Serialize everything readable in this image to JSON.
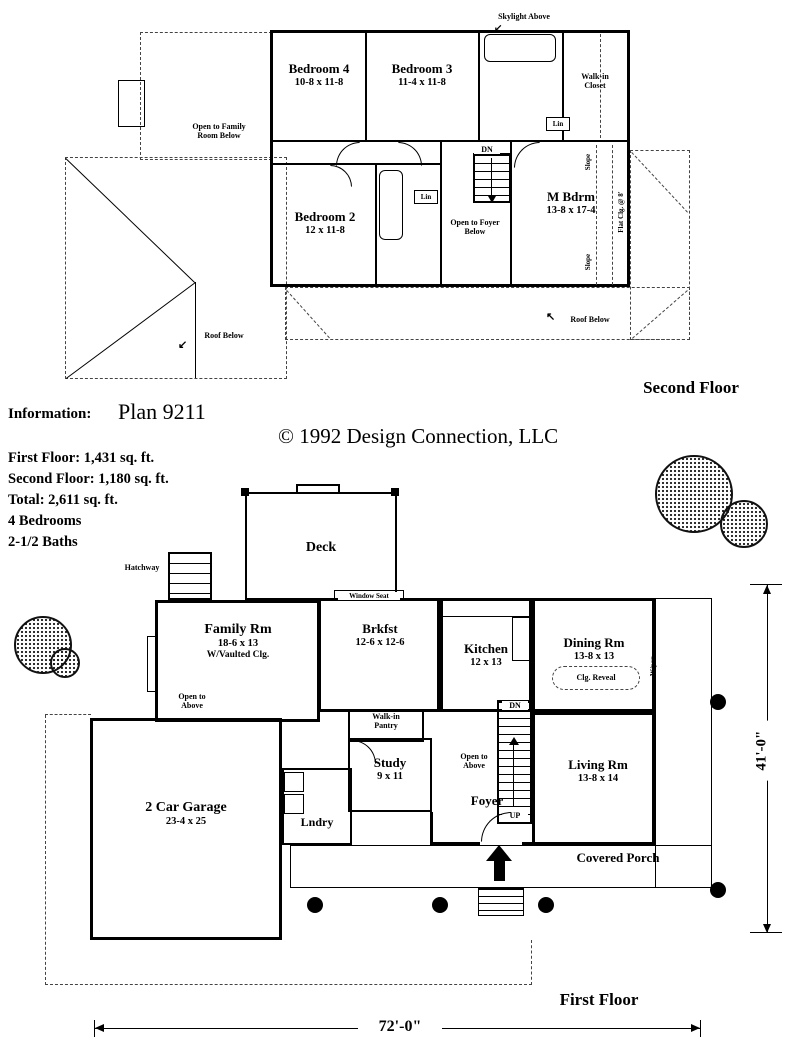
{
  "info": {
    "label": "Information:",
    "plan": "Plan 9211",
    "copyright": "© 1992 Design Connection, LLC",
    "first_floor_sqft": "First Floor: 1,431 sq. ft.",
    "second_floor_sqft": "Second Floor: 1,180 sq. ft.",
    "total_sqft": "Total: 2,611 sq. ft.",
    "bedrooms": "4 Bedrooms",
    "baths": "2-1/2 Baths"
  },
  "second_floor": {
    "title": "Second Floor",
    "bedroom4_name": "Bedroom 4",
    "bedroom4_size": "10-8 x 11-8",
    "bedroom3_name": "Bedroom 3",
    "bedroom3_size": "11-4 x 11-8",
    "bedroom2_name": "Bedroom 2",
    "bedroom2_size": "12 x 11-8",
    "master_name": "M Bdrm",
    "master_size": "13-8 x 17-4",
    "walk_in_closet": "Walk-in Closet",
    "skylight": "Skylight Above",
    "open_to_family": "Open to Family Room Below",
    "open_to_foyer": "Open to Foyer Below",
    "linen1": "Lin",
    "linen2": "Lin",
    "dn": "DN",
    "slope1": "Slope",
    "slope2": "Slope",
    "flat_clg": "Flat Clg. @ 8'",
    "roof_below_left": "Roof Below",
    "roof_below_right": "Roof Below"
  },
  "first_floor": {
    "title": "First Floor",
    "deck": "Deck",
    "hatchway": "Hatchway",
    "window_seat": "Window Seat",
    "family_name": "Family Rm",
    "family_size": "18-6 x 13",
    "family_note": "W/Vaulted Clg.",
    "brkfst_name": "Brkfst",
    "brkfst_size": "12-6 x 12-6",
    "kitchen_name": "Kitchen",
    "kitchen_size": "12 x 13",
    "dining_name": "Dining Rm",
    "dining_size": "13-8 x 13",
    "clg_reveal": "Clg. Reveal",
    "wpan": "W/pan",
    "open_to_above_left": "Open to Above",
    "open_to_above_foyer": "Open to Above",
    "pantry": "Walk-in Pantry",
    "study_name": "Study",
    "study_size": "9 x 11",
    "living_name": "Living Rm",
    "living_size": "13-8 x 14",
    "garage_name": "2 Car Garage",
    "garage_size": "23-4 x 25",
    "lndry": "Lndry",
    "foyer": "Foyer",
    "porch": "Covered Porch",
    "dn": "DN",
    "up": "UP"
  },
  "dimensions": {
    "width": "72'-0\"",
    "depth": "41'-0\""
  },
  "icons": {
    "arrow_sw": "↙",
    "arrow_nw": "↖"
  }
}
